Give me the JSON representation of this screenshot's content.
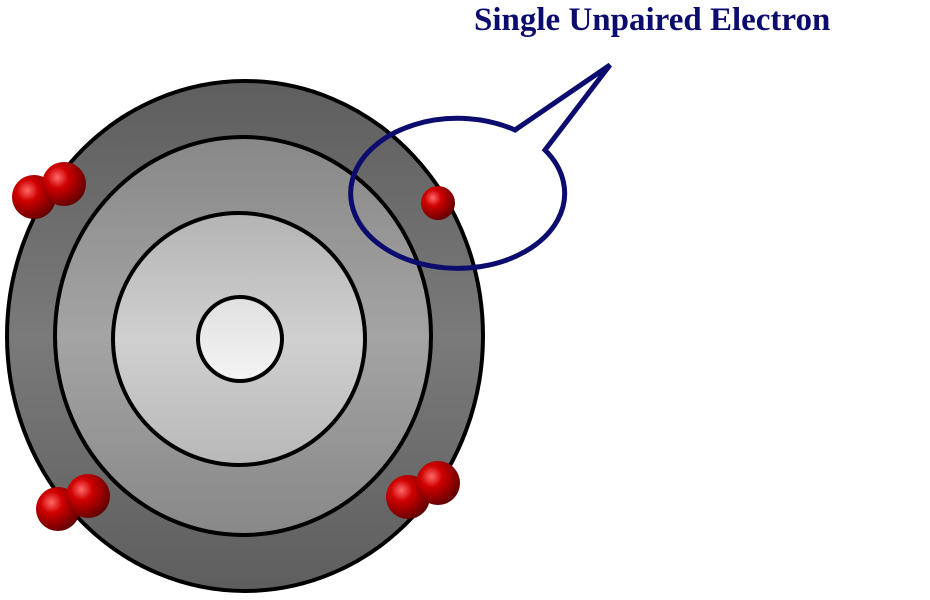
{
  "callout": {
    "label": "Single Unpaired Electron",
    "color": "#0c0c6e"
  },
  "atom": {
    "shells": 3,
    "electron_pairs": 3,
    "unpaired_electrons": 1,
    "electron_color": "#cc0000"
  }
}
